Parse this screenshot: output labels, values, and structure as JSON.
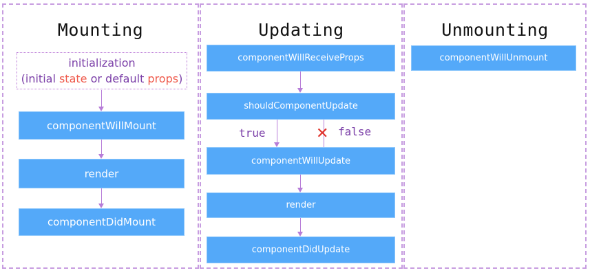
{
  "mounting": {
    "title": "Mounting",
    "init_line1": "initialization",
    "init_open": "(initial ",
    "init_state": "state",
    "init_or": " or default ",
    "init_props": "props",
    "init_close": ")",
    "steps": [
      "componentWillMount",
      "render",
      "componentDidMount"
    ]
  },
  "updating": {
    "title": "Updating",
    "steps": [
      "componentWillReceiveProps",
      "shouldComponentUpdate",
      "componentWillUpdate",
      "render",
      "componentDidUpdate"
    ],
    "true_label": "true",
    "false_label": "false",
    "cross_glyph": "✕"
  },
  "unmounting": {
    "title": "Unmounting",
    "steps": [
      "componentWillUnmount"
    ]
  },
  "colors": {
    "box": "#54a9f9",
    "arrow": "#b77dd8",
    "border": "#c79de0",
    "label_purple": "#7b3fa8",
    "highlight": "#ef5a4c",
    "cross": "#e0332b"
  }
}
